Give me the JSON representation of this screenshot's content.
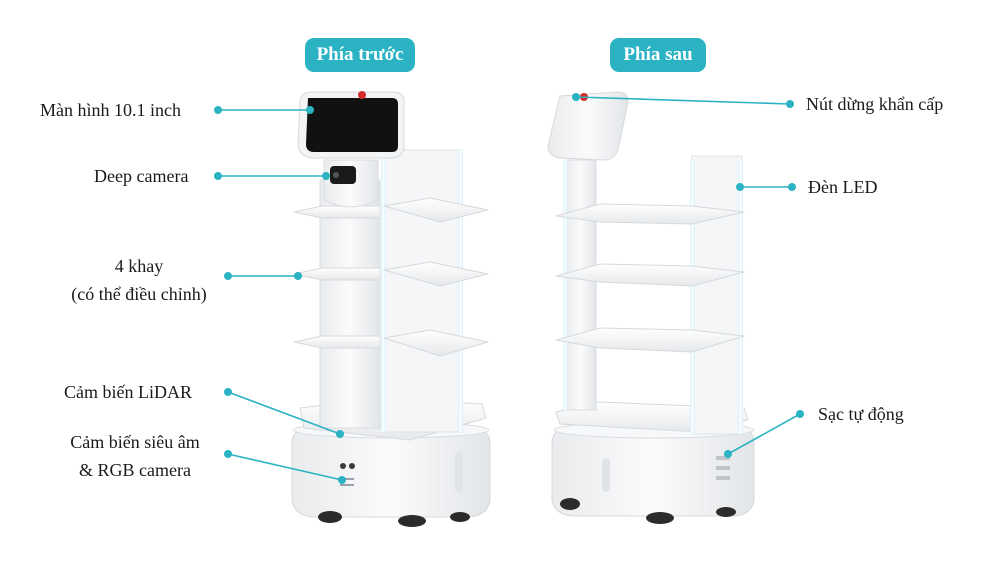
{
  "headers": {
    "front": "Phía trước",
    "back": "Phía sau"
  },
  "labels": {
    "screen": "Màn hình 10.1 inch",
    "deep_camera": "Deep camera",
    "trays_line1": "4 khay",
    "trays_line2": "(có thể điều chỉnh)",
    "lidar": "Cảm biến LiDAR",
    "ultrasonic_line1": "Cảm biến siêu âm",
    "ultrasonic_line2": "& RGB camera",
    "emergency_stop": "Nút dừng khẩn cấp",
    "led": "Đèn LED",
    "auto_charge": "Sạc tự động"
  },
  "colors": {
    "accent": "#2bb3c4",
    "robot_body": "#f2f3f4",
    "robot_shadow": "#d9dcdf",
    "led_glow": "#bfe9f6",
    "screen": "#111111"
  }
}
